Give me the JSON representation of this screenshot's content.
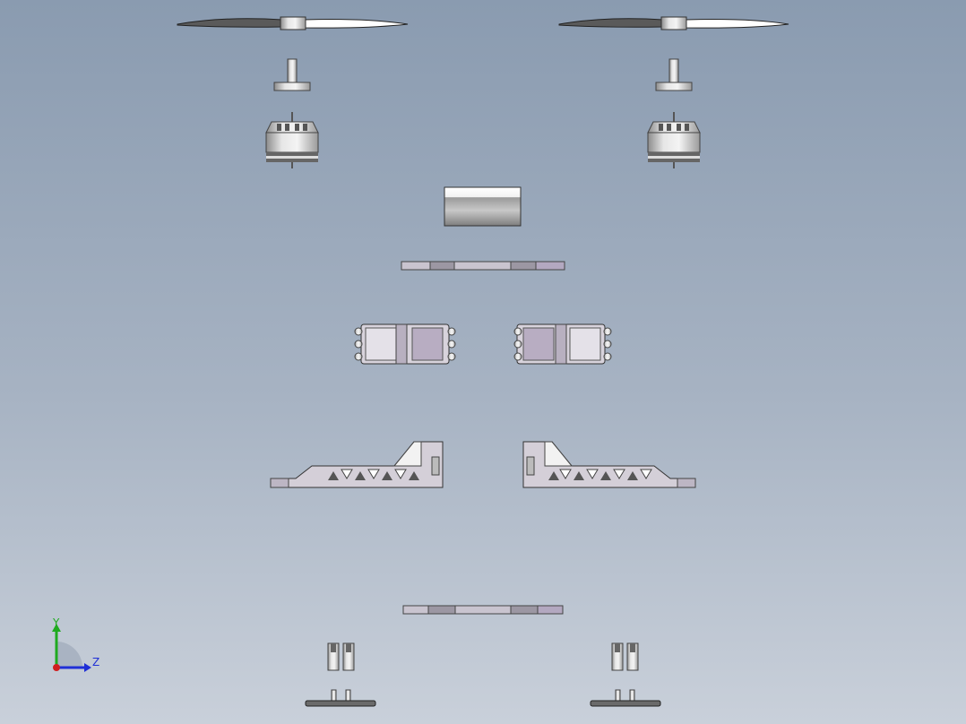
{
  "viewport": {
    "background_top": "#8a9bb0",
    "background_bottom": "#c9d0da"
  },
  "triad": {
    "y_label": "Y",
    "z_label": "Z",
    "y_color": "#1faa1f",
    "z_color": "#1f2fd6",
    "x_color": "#d01f1f"
  },
  "parts": [
    "propeller-left",
    "propeller-right",
    "prop-adapter-left",
    "prop-adapter-right",
    "motor-left",
    "motor-right",
    "battery",
    "top-plate",
    "esc-left",
    "esc-right",
    "arm-left",
    "arm-right",
    "bottom-plate",
    "standoffs-left",
    "standoffs-right",
    "foot-left",
    "foot-right"
  ]
}
